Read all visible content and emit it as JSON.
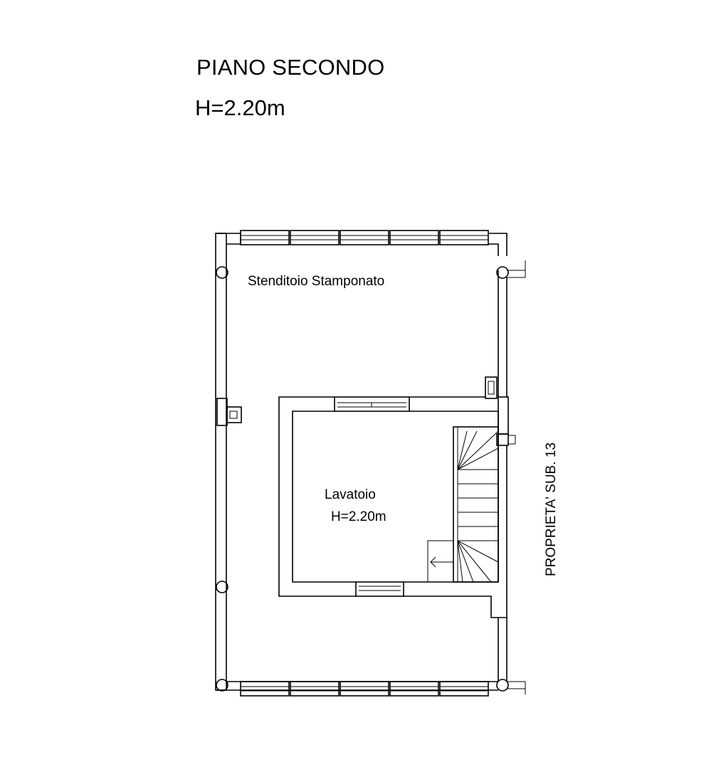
{
  "plan": {
    "floor_title": "PIANO SECONDO",
    "floor_height": "H=2.20m",
    "rooms": {
      "terrace": {
        "name": "Stenditoio Stamponato"
      },
      "laundry": {
        "name": "Lavatoio",
        "height": "H=2.20m"
      }
    },
    "neighbor_label": "PROPRIETA' SUB. 13"
  },
  "colors": {
    "lines": "#000000",
    "background": "#ffffff"
  }
}
